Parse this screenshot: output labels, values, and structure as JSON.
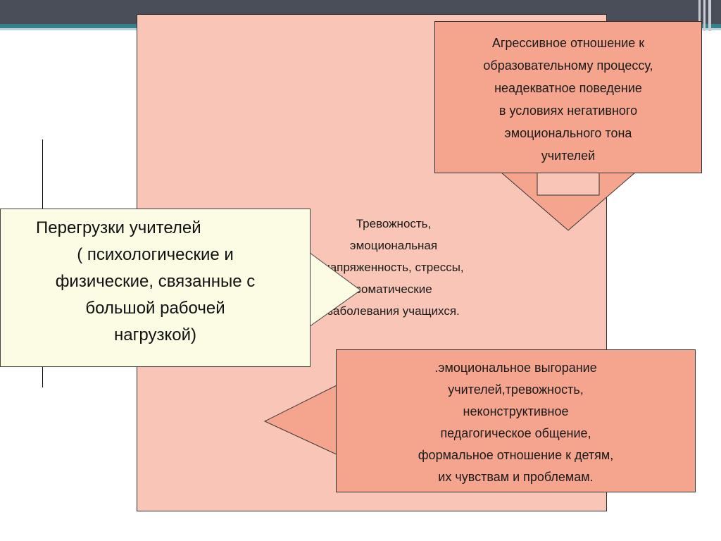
{
  "panel_text": [
    "Тревожность,",
    "эмоциональная",
    "напряженность, стрессы,",
    "соматические",
    "заболевания учащихся."
  ],
  "top_box_text": [
    "Агрессивное отношение к",
    "образовательному процессу,",
    "неадекватное поведение",
    "в условиях негативного",
    "эмоционального тона",
    "учителей"
  ],
  "bottom_box_text": [
    ".эмоциональное выгорание",
    "учителей,тревожность,",
    "неконструктивное",
    "педагогическое общение,",
    "формальное отношение к детям,",
    "их чувствам и проблемам."
  ],
  "left_box_text": {
    "title": "Перегрузки учителей",
    "lines": [
      "( психологические и",
      "физические, связанные с",
      "большой рабочей",
      "нагрузкой)"
    ]
  },
  "colors": {
    "panel": "#f8c5b6",
    "callout": "#f5a58e",
    "left_box": "#fcfce5",
    "header_bar": "#4a4e58",
    "accent_teal": "#37818a"
  }
}
